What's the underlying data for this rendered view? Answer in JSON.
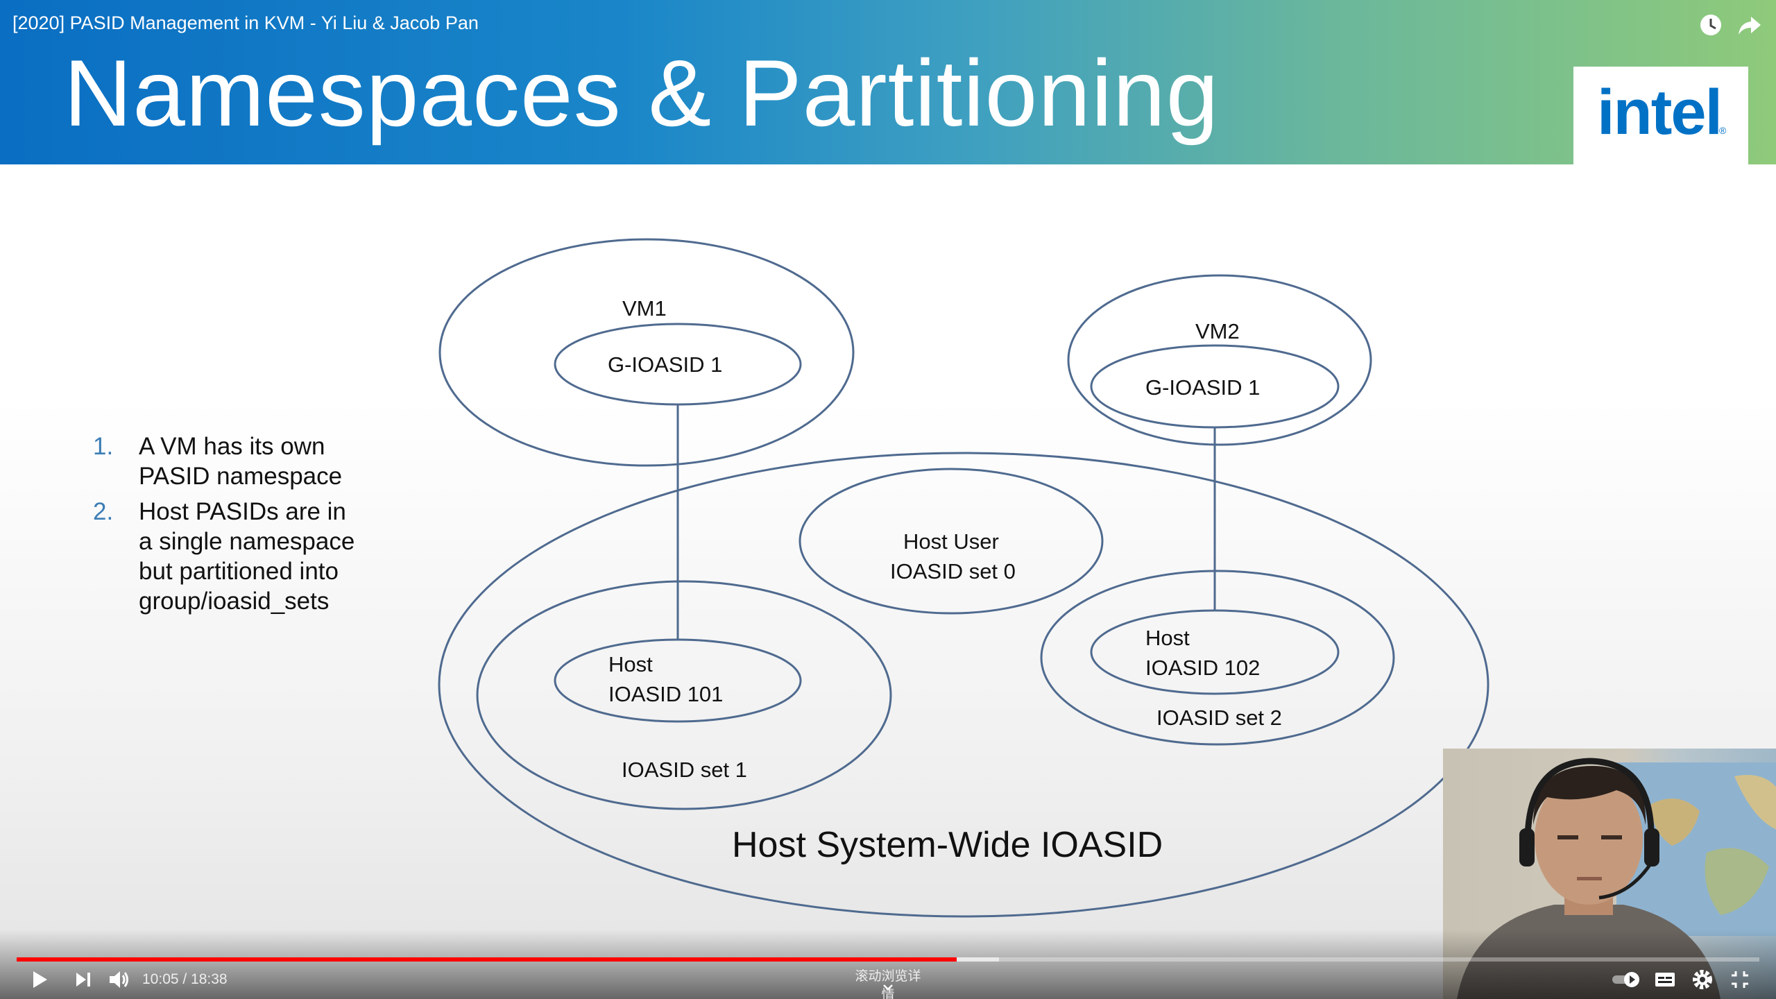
{
  "video": {
    "title": "[2020] PASID Management in KVM - Yi Liu & Jacob Pan",
    "time_display": "10:05 / 18:38",
    "progress_fraction": 0.5396,
    "buffered_fraction": 0.5637,
    "scroll_hint": "滚动浏览详情"
  },
  "top_actions": [
    {
      "icon": "clock-icon",
      "label": "Watch later"
    },
    {
      "icon": "share-icon",
      "label": "Share"
    }
  ],
  "slide": {
    "title": "Namespaces & Partitioning",
    "logo": "intel",
    "bullets": [
      {
        "num": "1.",
        "text": "A VM has its own PASID namespace"
      },
      {
        "num": "2.",
        "text": "Host PASIDs are in a single namespace but partitioned into group/ioasid_sets"
      }
    ],
    "diagram": {
      "vm1": "VM1",
      "vm1_gioasid": "G-IOASID 1",
      "vm2": "VM2",
      "vm2_gioasid": "G-IOASID 1",
      "host_user_line1": "Host User",
      "host_user_line2": "IOASID set 0",
      "host101_line1": "Host",
      "host101_line2": "IOASID 101",
      "set1": "IOASID set 1",
      "host102_line1": "Host",
      "host102_line2": "IOASID 102",
      "set2": "IOASID set 2",
      "system_wide": "Host System-Wide IOASID"
    }
  },
  "controls": {
    "play_icon": "play-icon",
    "next_icon": "next-icon",
    "volume_icon": "volume-icon",
    "autoplay_icon": "autoplay-toggle-icon",
    "subtitles_icon": "subtitles-icon",
    "settings_icon": "settings-gear-icon",
    "exit_fullscreen_icon": "exit-fullscreen-icon"
  },
  "colors": {
    "progress_played": "#ff0000",
    "ellipse_stroke": "#4f6a8f",
    "bullet_number": "#3b7db5",
    "intel_blue": "#0071c5"
  }
}
